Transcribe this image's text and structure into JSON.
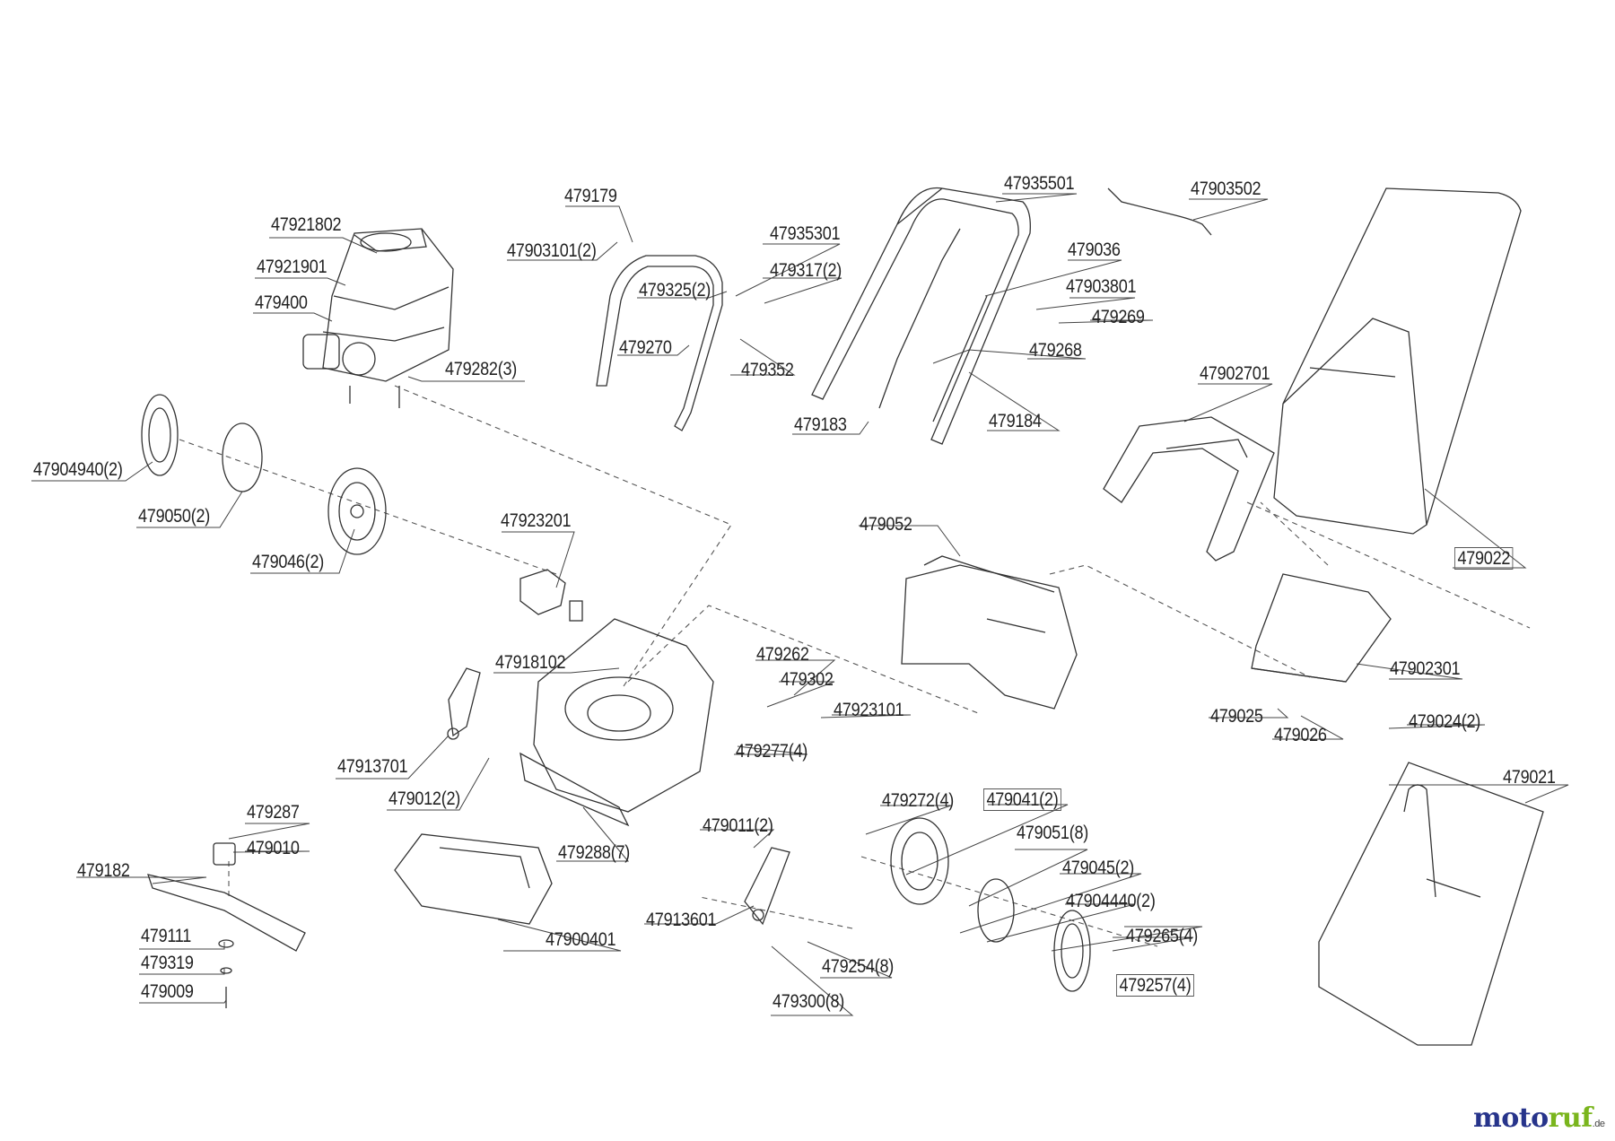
{
  "labels": {
    "p47921802": "47921802",
    "p47921901": "47921901",
    "p479400": "479400",
    "p479282_3": "479282(3)",
    "p479179": "479179",
    "p47903101_2": "47903101(2)",
    "p47935301": "47935301",
    "p479325_2": "479325(2)",
    "p479317_2": "479317(2)",
    "p479270": "479270",
    "p479352": "479352",
    "p47935501": "47935501",
    "p47903502": "47903502",
    "p479036": "479036",
    "p47903801": "47903801",
    "p479269": "479269",
    "p479268": "479268",
    "p479183": "479183",
    "p479184": "479184",
    "p47902701": "47902701",
    "p479022": "479022",
    "p47904940_2": "47904940(2)",
    "p479050_2": "479050(2)",
    "p479046_2": "479046(2)",
    "p47923201": "47923201",
    "p479052": "479052",
    "p47918102": "47918102",
    "p479262": "479262",
    "p479302": "479302",
    "p47923101": "47923101",
    "p479277_4": "479277(4)",
    "p47902301": "47902301",
    "p479025": "479025",
    "p479026": "479026",
    "p479024_2": "479024(2)",
    "p47913701": "47913701",
    "p479012_2": "479012(2)",
    "p479287": "479287",
    "p479010": "479010",
    "p479182": "479182",
    "p479288_7": "479288(7)",
    "p479011_2": "479011(2)",
    "p479272_4": "479272(4)",
    "p479041_2": "479041(2)",
    "p479051_8": "479051(8)",
    "p479045_2": "479045(2)",
    "p47904440_2": "47904440(2)",
    "p479265_4": "479265(4)",
    "p479257_4": "479257(4)",
    "p479021": "479021",
    "p47913601": "47913601",
    "p47900401": "47900401",
    "p479254_8": "479254(8)",
    "p479300_8": "479300(8)",
    "p479111": "479111",
    "p479319": "479319",
    "p479009": "479009"
  },
  "watermark": {
    "part1": "moto",
    "part2": "ruf",
    "suffix": ".de"
  }
}
